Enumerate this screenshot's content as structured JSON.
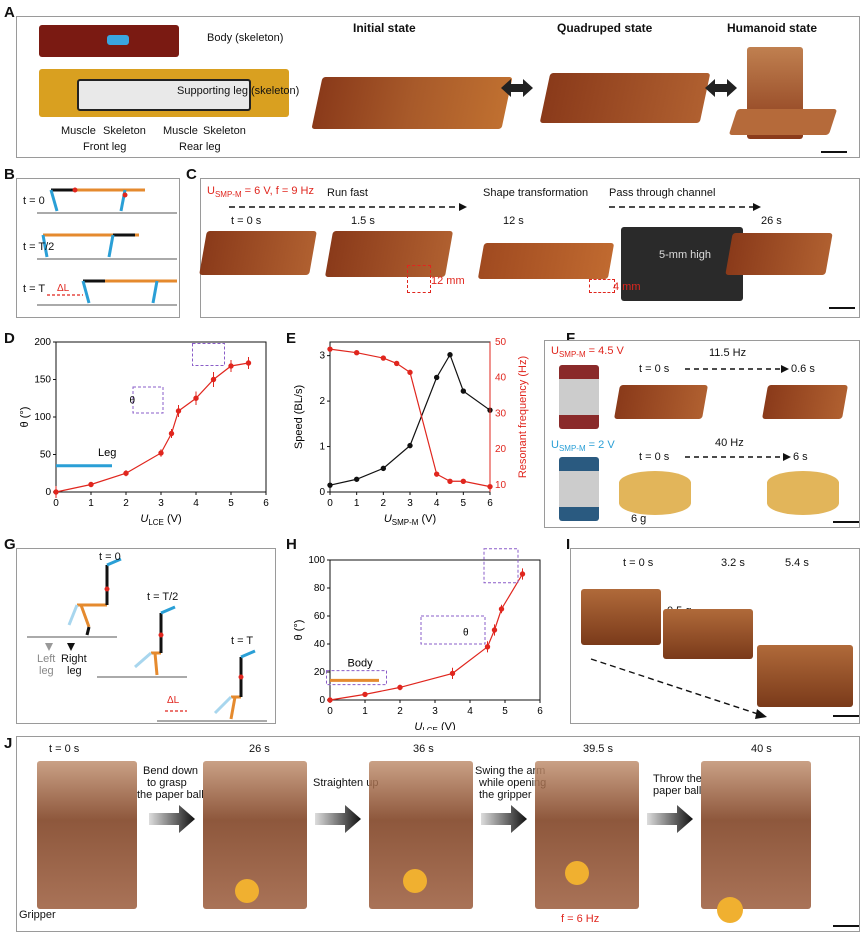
{
  "labels": {
    "A": "A",
    "B": "B",
    "C": "C",
    "D": "D",
    "E": "E",
    "F": "F",
    "G": "G",
    "H": "H",
    "I": "I",
    "J": "J"
  },
  "A": {
    "body": "Body (skeleton)",
    "supporting": "Supporting leg (skeleton)",
    "muscle1": "Muscle",
    "skeleton1": "Skeleton",
    "muscle2": "Muscle",
    "skeleton2": "Skeleton",
    "front": "Front leg",
    "rear": "Rear leg",
    "states": [
      "Initial state",
      "Quadruped state",
      "Humanoid state"
    ]
  },
  "B": {
    "t0": "t = 0",
    "tT2": "t = T/2",
    "tT": "t = T",
    "dL": "ΔL"
  },
  "C": {
    "cond": "U",
    "cond_sub": "SMP-M",
    "cond_rest": " = 6 V, f = 9 Hz",
    "phase1": "Run fast",
    "phase2": "Shape transformation",
    "phase3": "Pass through channel",
    "times": [
      "t = 0 s",
      "1.5 s",
      "12 s",
      "26 s"
    ],
    "h1": "12 mm",
    "h2": "4 mm",
    "block": "5-mm high"
  },
  "D": {
    "ylabel": "θ (°)",
    "xlabel": "U",
    "xlabel_sub": "LCE",
    "xlabel_unit": " (V)",
    "leg": "Leg",
    "theta": "θ",
    "xticks": [
      "0",
      "1",
      "2",
      "3",
      "4",
      "5",
      "6"
    ],
    "yticks": [
      "0",
      "50",
      "100",
      "150",
      "200"
    ]
  },
  "E": {
    "ylabel": "Speed (BL/s)",
    "y2label": "Resonant frequency (Hz)",
    "xlabel": "U",
    "xlabel_sub": "SMP-M",
    "xlabel_unit": " (V)",
    "xticks": [
      "0",
      "1",
      "2",
      "3",
      "4",
      "5",
      "6"
    ],
    "yticks": [
      "0",
      "1",
      "2",
      "3"
    ],
    "y2ticks": [
      "10",
      "20",
      "30",
      "40",
      "50"
    ]
  },
  "F": {
    "u1": "U",
    "u1sub": "SMP-M",
    "u1rest": " = 4.5 V",
    "u2": "U",
    "u2sub": "SMP-M",
    "u2rest": " = 2 V",
    "t0a": "t = 0 s",
    "f1": "11.5 Hz",
    "t1": "0.6 s",
    "t0b": "t = 0 s",
    "f2": "40 Hz",
    "t2": "6 s",
    "mass": "6 g"
  },
  "G": {
    "t0": "t = 0",
    "tT2": "t = T/2",
    "tT": "t = T",
    "left": "Left",
    "leg1": "leg",
    "right": "Right",
    "leg2": "leg",
    "dL": "ΔL"
  },
  "H": {
    "ylabel": "θ (°)",
    "xlabel": "U",
    "xlabel_sub": "LCE",
    "xlabel_unit": " (V)",
    "body": "Body",
    "theta": "θ",
    "xticks": [
      "0",
      "1",
      "2",
      "3",
      "4",
      "5",
      "6"
    ],
    "yticks": [
      "0",
      "20",
      "40",
      "60",
      "80",
      "100"
    ]
  },
  "I": {
    "times": [
      "t = 0 s",
      "3.2 s",
      "5.4 s"
    ],
    "mass": "0.5 g"
  },
  "J": {
    "times": [
      "t = 0 s",
      "26 s",
      "36 s",
      "39.5 s",
      "40 s"
    ],
    "a1": "Bend down",
    "a1b": "to grasp",
    "a1c": "the paper ball",
    "a2": "Straighten up",
    "a3": "Swing the arm",
    "a3b": "while opening",
    "a3c": "the gripper",
    "a4": "Throw the",
    "a4b": "paper ball",
    "gripper": "Gripper",
    "freq": "f = 6 Hz"
  },
  "colors": {
    "red": "#e0261e",
    "blue": "#2a9fd6",
    "orange": "#e58a2e",
    "purple": "#8a5cc8"
  },
  "chart_data": [
    {
      "type": "line",
      "panel": "D",
      "xlabel": "U_LCE (V)",
      "ylabel": "θ (°)",
      "xlim": [
        0,
        6
      ],
      "ylim": [
        0,
        200
      ],
      "series": [
        {
          "x": [
            0,
            1,
            2,
            3,
            3.3,
            3.5,
            4,
            4.5,
            5,
            5.5
          ],
          "y": [
            0,
            10,
            25,
            52,
            78,
            108,
            125,
            150,
            168,
            172
          ],
          "err": [
            8,
            3,
            4,
            5,
            6,
            8,
            9,
            10,
            8,
            8
          ]
        }
      ]
    },
    {
      "type": "line",
      "panel": "E",
      "xlabel": "U_SMP-M (V)",
      "ylabel": "Speed (BL/s)",
      "y2label": "Resonant frequency (Hz)",
      "xlim": [
        0,
        6
      ],
      "ylim": [
        0,
        3.3
      ],
      "y2lim": [
        8,
        50
      ],
      "series": [
        {
          "name": "Speed",
          "axis": "left",
          "x": [
            0,
            1,
            2,
            3,
            4,
            4.5,
            5,
            6
          ],
          "y": [
            0.15,
            0.28,
            0.52,
            1.02,
            2.52,
            3.02,
            2.22,
            1.8
          ]
        },
        {
          "name": "Resonant frequency",
          "axis": "right",
          "x": [
            0,
            1,
            2,
            2.5,
            3,
            4,
            4.5,
            5,
            6
          ],
          "y": [
            48,
            47,
            45.5,
            44,
            41.5,
            13,
            11,
            11,
            9.5
          ]
        }
      ]
    },
    {
      "type": "line",
      "panel": "H",
      "xlabel": "U_LCE (V)",
      "ylabel": "θ (°)",
      "xlim": [
        0,
        6
      ],
      "ylim": [
        0,
        100
      ],
      "series": [
        {
          "x": [
            0,
            1,
            2,
            3.5,
            4.5,
            4.7,
            4.9,
            5.5
          ],
          "y": [
            0,
            4,
            9,
            19,
            38,
            50,
            65,
            90
          ],
          "err": [
            2,
            1,
            2,
            4,
            4,
            4,
            3,
            4
          ]
        }
      ]
    }
  ]
}
